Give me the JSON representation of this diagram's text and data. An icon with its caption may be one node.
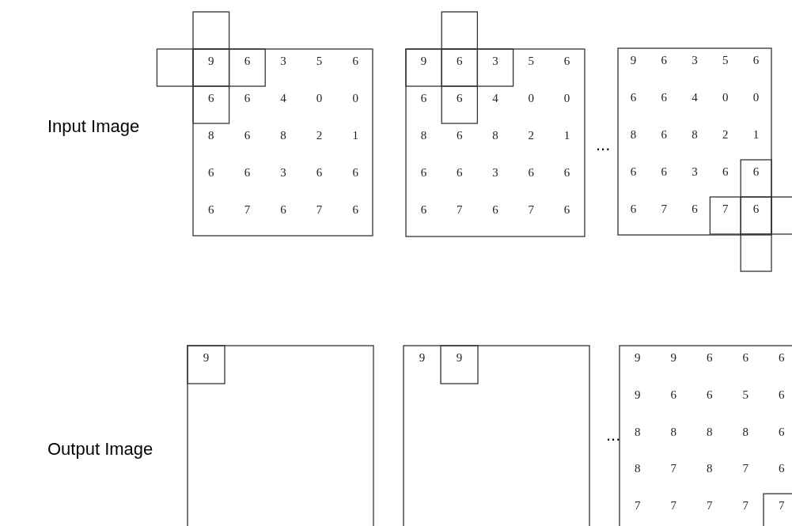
{
  "diagram": {
    "labels": [
      "Input Image",
      "9",
      "6",
      "3",
      "5",
      "6",
      "6",
      "6",
      "4",
      "0",
      "0",
      "8",
      "6",
      "8",
      "2",
      "1",
      "6",
      "6",
      "3",
      "6",
      "6",
      "6",
      "7",
      "6",
      "7",
      "6",
      "9",
      "6",
      "3",
      "5",
      "6",
      "6",
      "6",
      "4",
      "0",
      "0",
      "8",
      "6",
      "8",
      "2",
      "1",
      "6",
      "6",
      "3",
      "6",
      "6",
      "6",
      "7",
      "6",
      "7",
      "6",
      "...",
      "9",
      "6",
      "3",
      "5",
      "6",
      "6",
      "6",
      "4",
      "0",
      "0",
      "8",
      "6",
      "8",
      "2",
      "1",
      "6",
      "6",
      "3",
      "6",
      "6",
      "6",
      "7",
      "6",
      "7",
      "6",
      "Output Image",
      "9",
      "9",
      "9",
      "...",
      "9",
      "9",
      "6",
      "6",
      "6",
      "9",
      "6",
      "6",
      "5",
      "6",
      "8",
      "8",
      "8",
      "8",
      "6",
      "8",
      "7",
      "8",
      "7",
      "6",
      "7",
      "7",
      "7",
      "7",
      "7"
    ]
  }
}
